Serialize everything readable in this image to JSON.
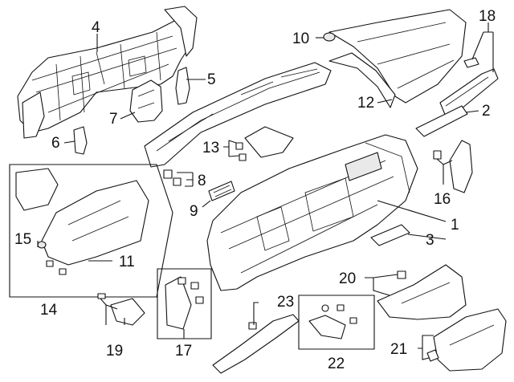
{
  "diagram": {
    "callouts": {
      "c1": "1",
      "c2": "2",
      "c3": "3",
      "c4": "4",
      "c5": "5",
      "c6": "6",
      "c7": "7",
      "c8": "8",
      "c9": "9",
      "c10": "10",
      "c11": "11",
      "c12": "12",
      "c13": "13",
      "c14": "14",
      "c15": "15",
      "c16": "16",
      "c17": "17",
      "c18": "18",
      "c19": "19",
      "c20": "20",
      "c21": "21",
      "c22": "22",
      "c23": "23"
    },
    "colors": {
      "line": "#111111",
      "fill": "#ffffff",
      "shade": "#e9e9e9"
    }
  }
}
